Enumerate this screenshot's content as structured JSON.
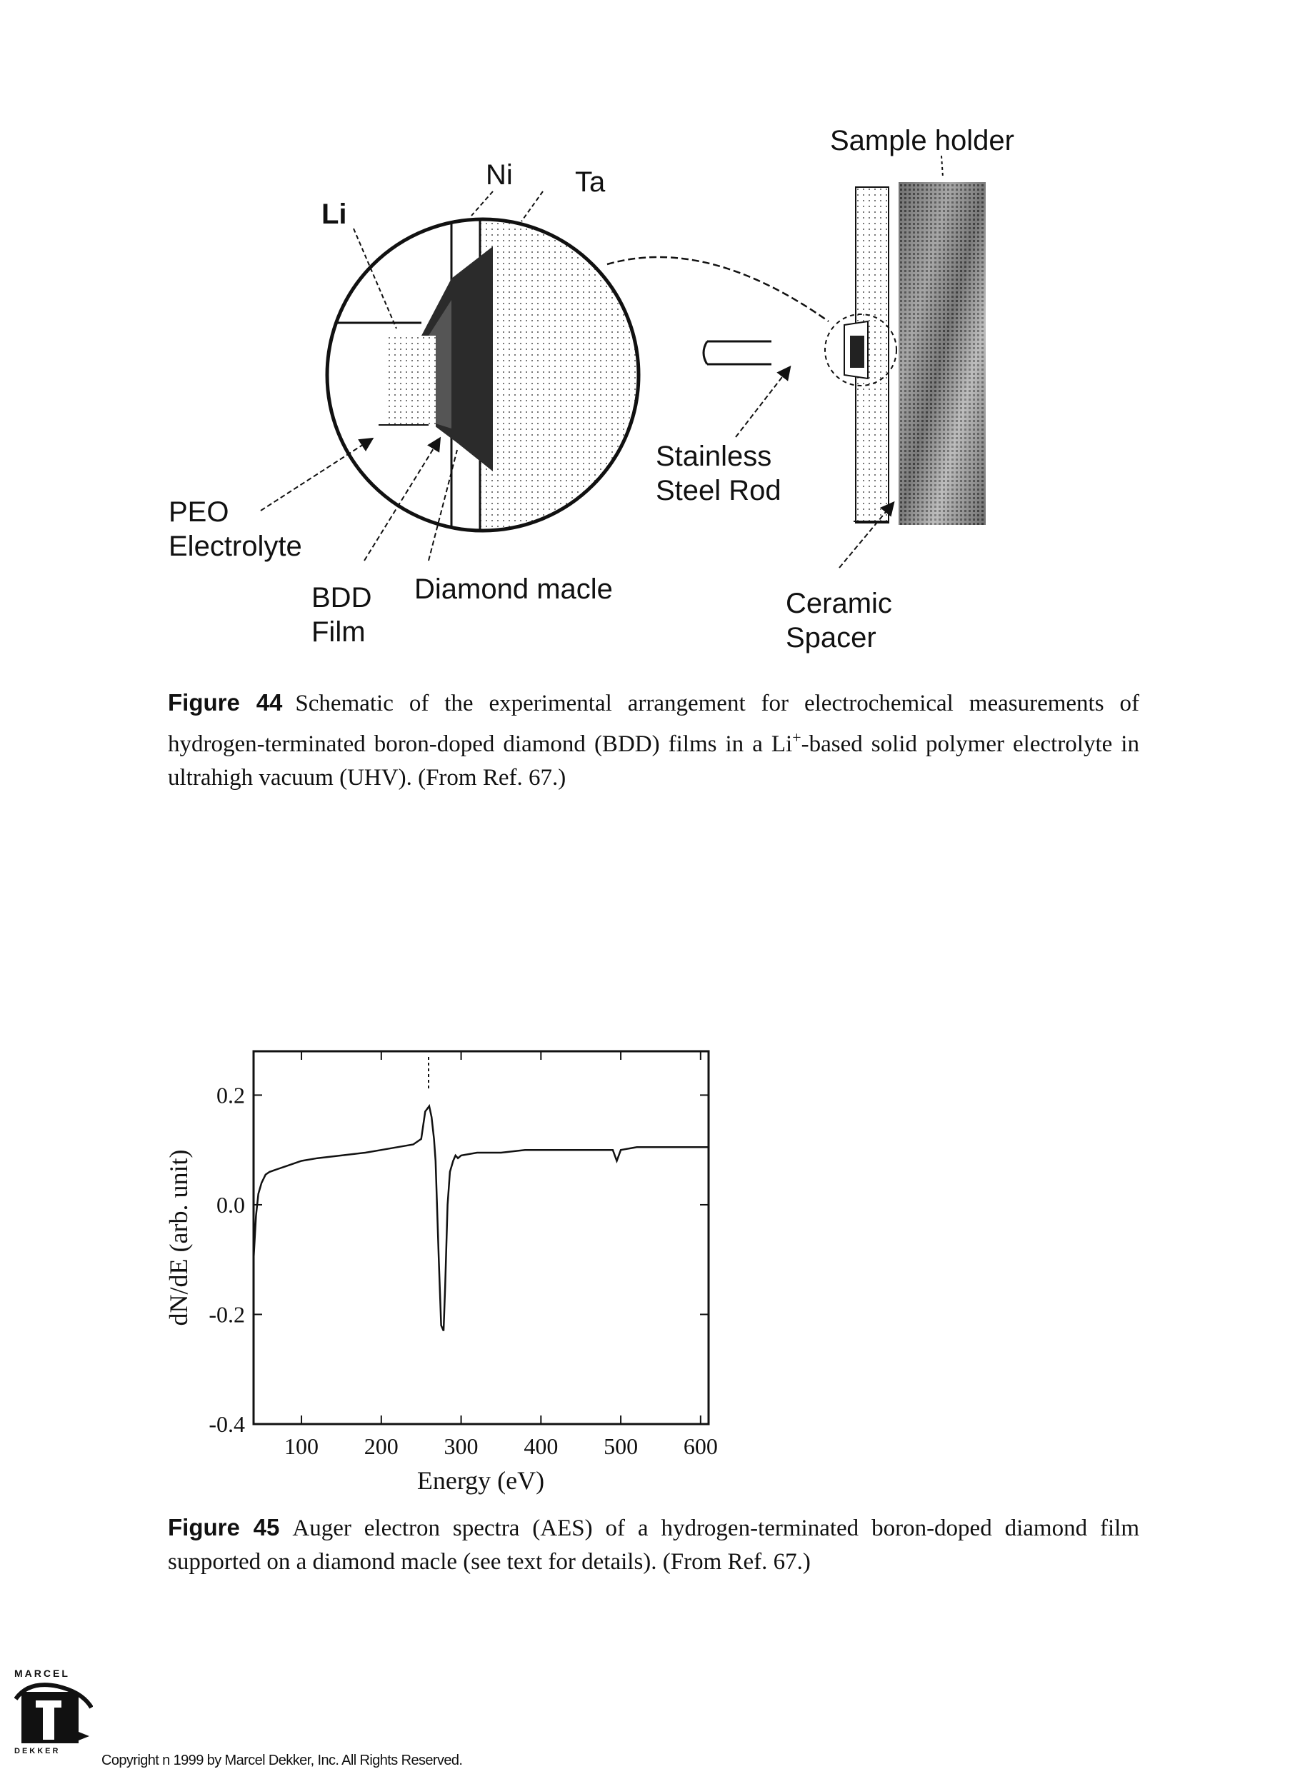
{
  "figure44": {
    "labels": {
      "sample_holder": "Sample holder",
      "ni": "Ni",
      "ta": "Ta",
      "li": "Li",
      "stainless_1": "Stainless",
      "stainless_2": "Steel Rod",
      "peo": "PEO",
      "electrolyte": "Electrolyte",
      "bdd": "BDD",
      "film": "Film",
      "diamond_macle": "Diamond macle",
      "ceramic": "Ceramic",
      "spacer": "Spacer"
    },
    "caption_label": "Figure 44",
    "caption_text_1": "Schematic of the experimental arrangement for electrochemical measurements of hydrogen-terminated boron-doped diamond (BDD) films in a Li",
    "caption_sup": "+",
    "caption_text_2": "-based solid polymer electrolyte in ultrahigh vacuum (UHV). (From Ref. 67.)"
  },
  "figure45": {
    "caption_label": "Figure 45",
    "caption_text": "Auger electron spectra (AES) of a hydrogen-terminated boron-doped diamond film supported on a diamond macle (see text for details). (From Ref. 67.)"
  },
  "chart_data": {
    "type": "line",
    "xlabel": "Energy (eV)",
    "ylabel": "dN/dE (arb. unit)",
    "xlim": [
      40,
      610
    ],
    "ylim": [
      -0.4,
      0.28
    ],
    "xticks": [
      "100",
      "200",
      "300",
      "400",
      "500",
      "600"
    ],
    "yticks": [
      "0.2",
      "0.0",
      "-0.2",
      "-0.4"
    ],
    "grid": false,
    "series": [
      {
        "x": [
          40,
          43,
          46,
          50,
          55,
          60,
          70,
          80,
          100,
          120,
          150,
          180,
          200,
          220,
          240,
          250,
          255,
          260,
          263,
          266,
          268,
          272,
          275,
          278,
          280,
          283,
          286,
          290,
          293,
          296,
          300,
          320,
          350,
          380,
          400,
          420,
          450,
          480,
          490,
          495,
          500,
          520,
          550,
          580,
          610
        ],
        "y": [
          -0.1,
          -0.02,
          0.02,
          0.04,
          0.055,
          0.06,
          0.065,
          0.07,
          0.08,
          0.085,
          0.09,
          0.095,
          0.1,
          0.105,
          0.11,
          0.12,
          0.17,
          0.18,
          0.16,
          0.12,
          0.08,
          -0.1,
          -0.22,
          -0.23,
          -0.15,
          0.0,
          0.06,
          0.08,
          0.09,
          0.085,
          0.09,
          0.095,
          0.095,
          0.1,
          0.1,
          0.1,
          0.1,
          0.1,
          0.1,
          0.08,
          0.1,
          0.105,
          0.105,
          0.105,
          0.105
        ]
      }
    ]
  },
  "footer": {
    "logo_top": "MARCEL",
    "logo_bottom": "DEKKER",
    "copyright": "Copyright n 1999 by Marcel Dekker, Inc. All Rights Reserved."
  }
}
